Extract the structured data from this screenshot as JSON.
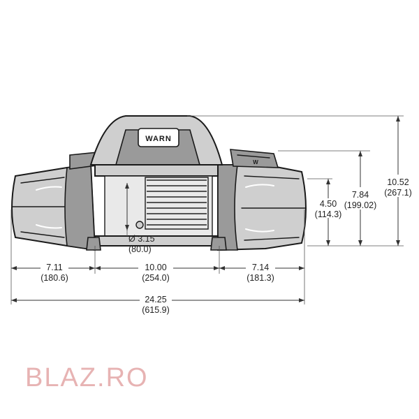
{
  "logo": {
    "text": "WARN"
  },
  "dimensions": {
    "left_drum_width": {
      "in": "7.11",
      "mm": "(180.6)"
    },
    "drum_length": {
      "in": "10.00",
      "mm": "(254.0)"
    },
    "right_drum_width": {
      "in": "7.14",
      "mm": "(181.3)"
    },
    "overall_length": {
      "in": "24.25",
      "mm": "(615.9)"
    },
    "drum_diameter": {
      "in": "Ø 3.15",
      "mm": "(80.0)"
    },
    "mount_height": {
      "in": "4.50",
      "mm": "(114.3)"
    },
    "housing_height": {
      "in": "7.84",
      "mm": "(199.02)"
    },
    "overall_height": {
      "in": "10.52",
      "mm": "(267.1)"
    }
  },
  "watermark": {
    "text": "BLAZ.RO"
  }
}
